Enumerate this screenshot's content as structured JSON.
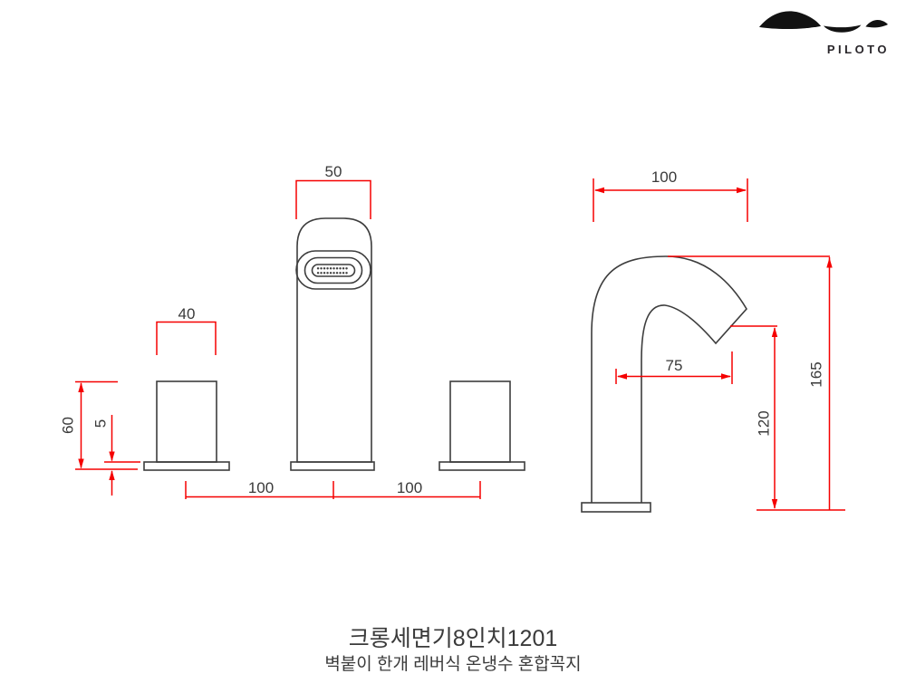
{
  "brand": {
    "name": "PILOTO"
  },
  "product": {
    "title": "크롱세면기8인치1201",
    "subtitle": "벽붙이 한개 레버식 온냉수 혼합꼭지"
  },
  "colors": {
    "dimension_red": "#f50000",
    "line_dark": "#3d3d3d"
  },
  "front_view": {
    "dimensions": {
      "spout_top_width": "50",
      "handle_width": "40",
      "handle_total_height": "60",
      "base_plate_thickness": "5",
      "left_spacing": "100",
      "right_spacing": "100"
    }
  },
  "side_view": {
    "dimensions": {
      "spout_horizontal_span": "100",
      "outlet_horizontal_offset": "75",
      "outlet_height": "120",
      "total_height": "165"
    }
  }
}
